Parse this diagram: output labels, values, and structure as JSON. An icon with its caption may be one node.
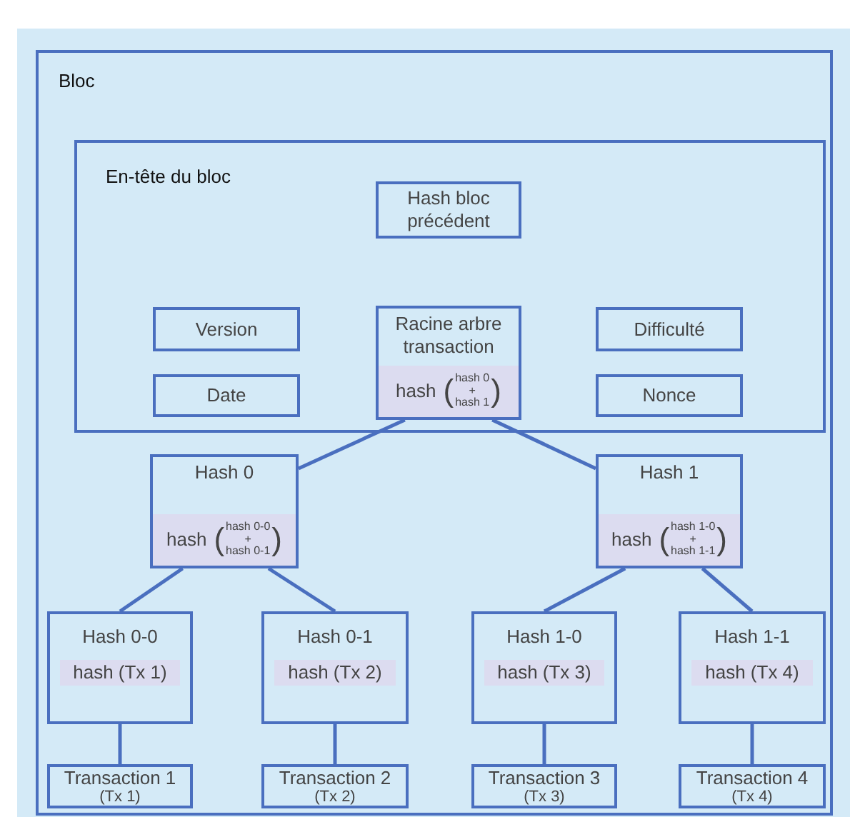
{
  "diagram": {
    "nodes": [
      {
        "text": [
          "Bloc"
        ]
      },
      {
        "text": [
          "En-tête du bloc"
        ],
        "in": 0
      },
      {
        "text": [
          "Hash bloc précédent"
        ],
        "in": 1
      },
      {
        "text": [
          "Version"
        ],
        "in": 1
      },
      {
        "text": [
          "Racine arbre transaction",
          "hash",
          "(",
          "hash 0",
          "+",
          "hash 1",
          ")"
        ],
        "in": 1
      },
      {
        "text": [
          "Difficulté"
        ],
        "in": 1
      },
      {
        "text": [
          "Date"
        ],
        "in": 1
      },
      {
        "text": [
          "Nonce"
        ],
        "in": 1
      },
      {
        "text": [
          "Hash 0",
          "hash",
          "(",
          "hash 0-0",
          "+",
          "hash 0-1",
          ")"
        ],
        "in": 0
      },
      {
        "text": [
          "Hash 1",
          "hash",
          "(",
          "hash 1-0",
          "+",
          "hash 1-1",
          ")"
        ],
        "in": 0
      },
      {
        "text": [
          "Hash 0-0",
          "hash (Tx 1)"
        ],
        "in": 0
      },
      {
        "text": [
          "Hash 0-1",
          "hash (Tx 2)"
        ],
        "in": 0
      },
      {
        "text": [
          "Hash 1-0",
          "hash (Tx 3)"
        ],
        "in": 0
      },
      {
        "text": [
          "Hash 1-1",
          "hash (Tx 4)"
        ],
        "in": 0
      },
      {
        "text": [
          "Transaction 1",
          "(Tx 1)"
        ],
        "in": 0
      },
      {
        "text": [
          "Transaction 2",
          "(Tx 2)"
        ],
        "in": 0
      },
      {
        "text": [
          "Transaction 3",
          "(Tx 3)"
        ],
        "in": 0
      },
      {
        "text": [
          "Transaction 4",
          "(Tx 4)"
        ],
        "in": 0
      }
    ],
    "edges": [
      {
        "from": 4,
        "to": 8,
        "arrow": "none"
      },
      {
        "from": 4,
        "to": 9,
        "arrow": "none"
      },
      {
        "from": 8,
        "to": 10,
        "arrow": "none"
      },
      {
        "from": 8,
        "to": 11,
        "arrow": "none"
      },
      {
        "from": 9,
        "to": 12,
        "arrow": "none"
      },
      {
        "from": 9,
        "to": 13,
        "arrow": "none"
      },
      {
        "from": 10,
        "to": 14,
        "arrow": "none"
      },
      {
        "from": 11,
        "to": 15,
        "arrow": "none"
      },
      {
        "from": 12,
        "to": 16,
        "arrow": "none"
      },
      {
        "from": 13,
        "to": 17,
        "arrow": "none"
      }
    ]
  }
}
